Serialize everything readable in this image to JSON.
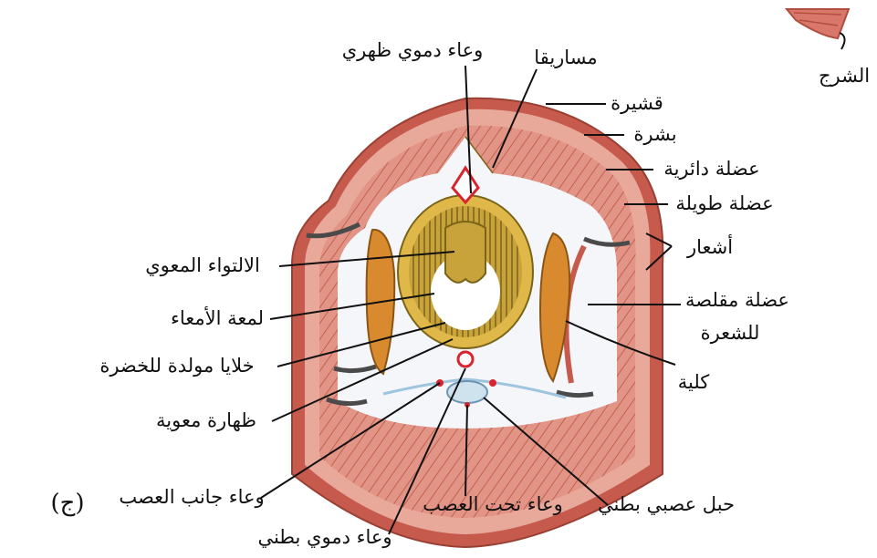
{
  "figure": {
    "panel_label": "(ج)",
    "colors": {
      "body_wall": "#e8a89a",
      "muscle": "#d9786a",
      "cuticle": "#c65a4c",
      "coelom": "#f4f6f9",
      "intestine": "#c8a23a",
      "intestine_dark": "#7a6418",
      "chloragogen": "#e0b84a",
      "kidney": "#d98a2e",
      "blood_vessel": "#d8242e",
      "nerve": "#9ec4de"
    }
  },
  "labels": {
    "anus": "الشرج",
    "dorsal_vessel": "وعاء دموي ظهري",
    "mesentery": "مساريقا",
    "cuticle": "قشيرة",
    "epidermis": "بشرة",
    "circular_muscle": "عضلة دائرية",
    "longitudinal_muscle": "عضلة طويلة",
    "setae": "أشعار",
    "setal_retractor_line1": "عضلة مقلصة",
    "setal_retractor_line2": "للشعرة",
    "nephridium": "كلية",
    "typhlosole": "الالتواء المعوي",
    "intestinal_lumen": "لمعة الأمعاء",
    "chloragogen_cells": "خلايا مولدة للخضرة",
    "intestinal_epithelium": "ظهارة معوية",
    "lateral_neural_vessel": "وعاء جانب العصب",
    "ventral_vessel": "وعاء دموي بطني",
    "subneural_vessel": "وعاء تحت العصب",
    "ventral_nerve_cord": "حبل عصبي بطني"
  }
}
